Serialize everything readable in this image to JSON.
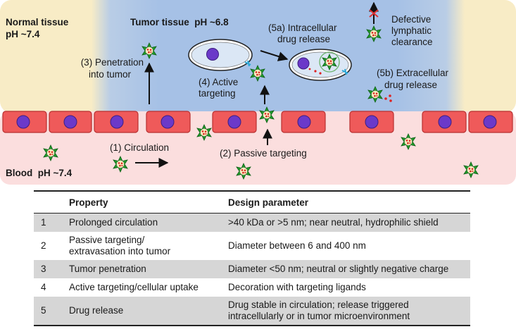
{
  "regions": {
    "normal_title": "Normal tissue",
    "normal_ph": "pH ~7.4",
    "tumor": "Tumor tissue  pH ~6.8",
    "blood": "Blood  pH ~7.4"
  },
  "labels": {
    "circulation": "(1) Circulation",
    "passive": "(2) Passive targeting",
    "penetration_1": "(3) Penetration",
    "penetration_2": "into tumor",
    "active_1": "(4) Active",
    "active_2": "targeting",
    "intracellular_1": "(5a) Intracellular",
    "intracellular_2": "drug release",
    "extracellular_1": "(5b) Extracellular",
    "extracellular_2": "drug release",
    "lymph_1": "Defective",
    "lymph_2": "lymphatic",
    "lymph_3": "clearance"
  },
  "table": {
    "headers": [
      "",
      "Property",
      "Design parameter"
    ],
    "rows": [
      {
        "num": "1",
        "property": [
          "Prolonged circulation"
        ],
        "parameter": [
          ">40 kDa or >5 nm; near neutral, hydrophilic shield"
        ]
      },
      {
        "num": "2",
        "property": [
          "Passive targeting/",
          "extravasation into tumor"
        ],
        "parameter": [
          "Diameter between 6 and 400 nm"
        ]
      },
      {
        "num": "3",
        "property": [
          "Tumor penetration"
        ],
        "parameter": [
          "Diameter <50 nm; neutral or slightly negative charge"
        ]
      },
      {
        "num": "4",
        "property": [
          "Active targeting/cellular uptake"
        ],
        "parameter": [
          "Decoration with targeting ligands"
        ]
      },
      {
        "num": "5",
        "property": [
          "Drug release"
        ],
        "parameter": [
          "Drug stable in circulation; release triggered",
          "intracellularly or in tumor microenvironment"
        ]
      }
    ]
  },
  "colors": {
    "normal_bg": "#f8ecc6",
    "tumor_bg": "#a9c4e6",
    "blood_bg": "#fbdede",
    "cell_fill": "#ef5a5a",
    "nucleus": "#6b39c9",
    "nanoparticle": "#1f9a2a",
    "row_shade": "#d6d6d6"
  },
  "icons": [
    "endothelial-cell",
    "nucleus",
    "nanoparticle-star",
    "tumor-cell",
    "ligand",
    "arrow",
    "blocked-lymph-arrow"
  ]
}
